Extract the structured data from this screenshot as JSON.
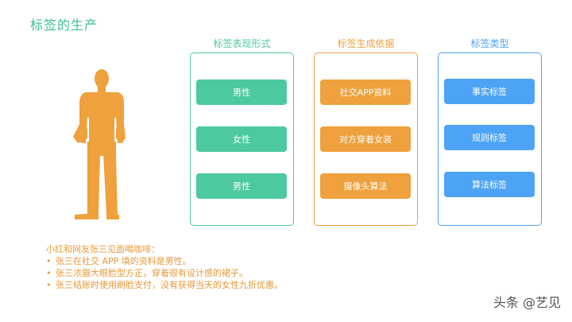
{
  "title": "标签的生产",
  "columns": [
    {
      "header": "标签表现形式",
      "tags": [
        "男性",
        "女性",
        "男性"
      ],
      "color": "#4dc9a0",
      "border": "#4dc9a0"
    },
    {
      "header": "标签生成依据",
      "tags": [
        "社交APP资料",
        "对方穿着女装",
        "摄像头算法"
      ],
      "color": "#eea13c",
      "border": "#eea13c"
    },
    {
      "header": "标签类型",
      "tags": [
        "事实标签",
        "规则标签",
        "算法标签"
      ],
      "color": "#4da3f5",
      "border": "#4da3f5"
    }
  ],
  "notes": {
    "intro": "小红和网友张三见面喝咖啡：",
    "items": [
      "张三在社交 APP 填的资料是男性。",
      "张三浓眉大眼脸型方正，穿着很有设计感的裙子。",
      "张三结账时使用刷脸支付，没有获得当天的女性九折优惠。"
    ]
  },
  "watermark": "头条 @艺见",
  "figure_color": "#eea13c",
  "title_color": "#3dbf8f"
}
